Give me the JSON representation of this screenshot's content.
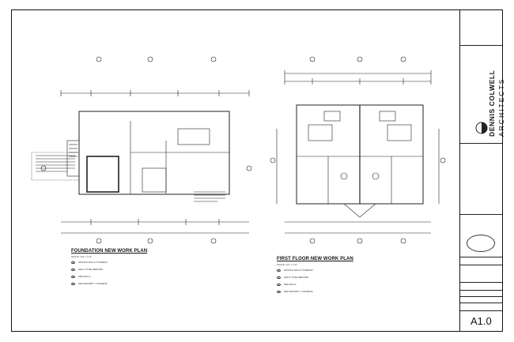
{
  "plans": [
    {
      "title": "FOUNDATION NEW WORK PLAN",
      "scale": "SCALE: 1/4\" = 1'-0\"",
      "legend": [
        "EXISTING WALLS TO REMAIN",
        "WALLS TO BE REMOVED",
        "NEW WALLS",
        "NEW MASONRY / CONCRETE"
      ]
    },
    {
      "title": "FIRST FLOOR NEW WORK PLAN",
      "scale": "SCALE: 1/4\" = 1'-0\"",
      "legend": [
        "EXISTING WALLS TO REMAIN",
        "WALLS TO BE REMOVED",
        "NEW WALLS",
        "NEW MASONRY / CONCRETE"
      ]
    }
  ],
  "title_block": {
    "firm_name_line1": "DENNIS COLWELL",
    "firm_name_line2": "ARCHITECTS",
    "sheet_number": "A1.0"
  }
}
